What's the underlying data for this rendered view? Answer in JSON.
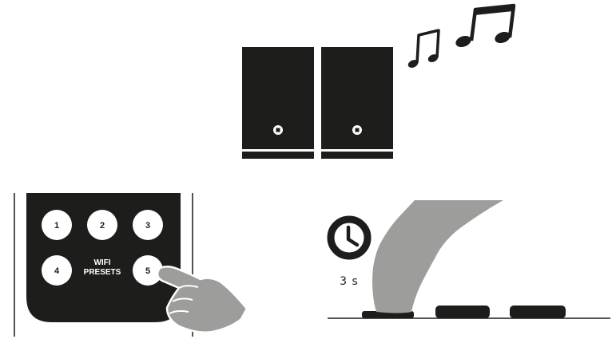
{
  "remote": {
    "buttons": [
      "1",
      "2",
      "3",
      "4",
      "5"
    ],
    "preset_line1": "WIFI",
    "preset_line2": "PRESETS"
  },
  "timer": {
    "label": "3 s"
  },
  "colors": {
    "dark": "#1d1d1b",
    "hand": "#9d9d9c",
    "white": "#ffffff"
  },
  "icons": [
    "music-note-icon",
    "clock-icon",
    "speaker-logo-icon"
  ]
}
